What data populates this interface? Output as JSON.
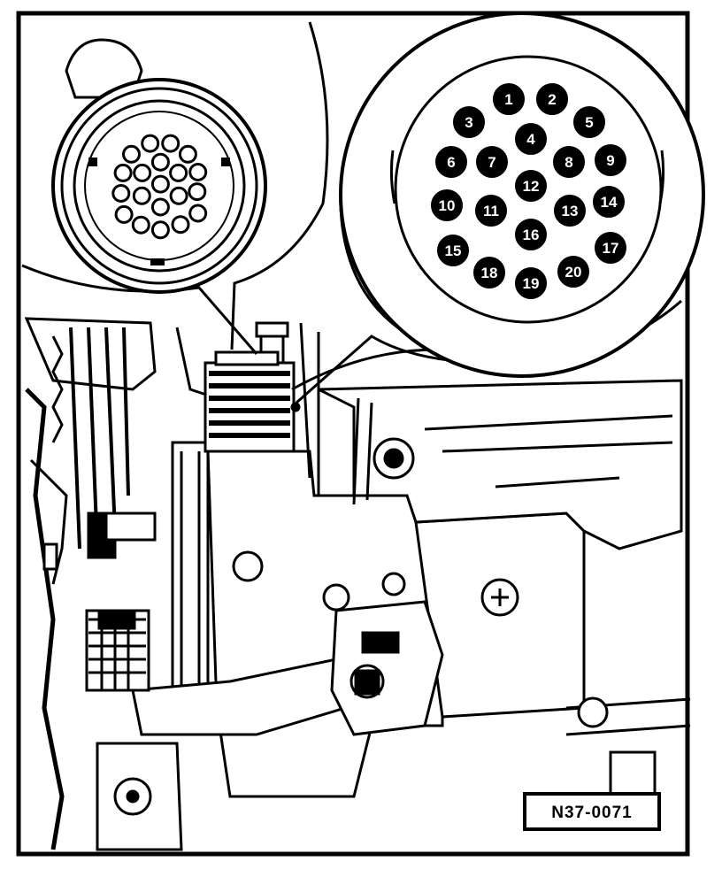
{
  "figure": {
    "reference_code": "N37-0071",
    "connector_pins": [
      {
        "label": "3"
      },
      {
        "label": "1"
      },
      {
        "label": "2"
      },
      {
        "label": "5"
      },
      {
        "label": "4"
      },
      {
        "label": "6"
      },
      {
        "label": "7"
      },
      {
        "label": "8"
      },
      {
        "label": "9"
      },
      {
        "label": "12"
      },
      {
        "label": "10"
      },
      {
        "label": "11"
      },
      {
        "label": "13"
      },
      {
        "label": "14"
      },
      {
        "label": "16"
      },
      {
        "label": "15"
      },
      {
        "label": "17"
      },
      {
        "label": "18"
      },
      {
        "label": "20"
      },
      {
        "label": "19"
      }
    ]
  }
}
